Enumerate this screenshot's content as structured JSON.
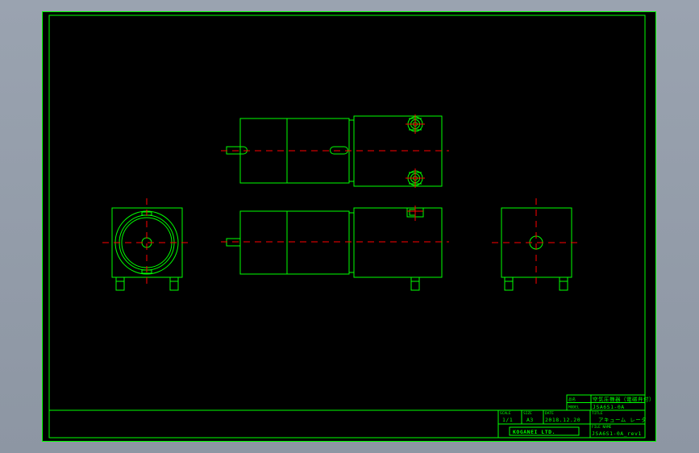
{
  "colors": {
    "background": "#000000",
    "line": "#00ff00",
    "centerline": "#ff0000",
    "viewport": "#9aa3b0"
  },
  "title_block": {
    "scale_label": "SCALE",
    "scale_value": "1/1",
    "size_label": "SIZE",
    "size_value": "A3",
    "date_label": "DATE",
    "date_value": "2018.12.20",
    "title_label": "TITLE",
    "title_value": "アキューム レータ",
    "file_label": "FILE NAME",
    "file_value": "JSA6S1-0A_rev1",
    "company": "KOGANEI LTD.",
    "model_label": "MODEL",
    "model_value": "JSA6S1-0A",
    "name_label": "品名",
    "name_value": "空気圧機器（電磁弁付）"
  }
}
